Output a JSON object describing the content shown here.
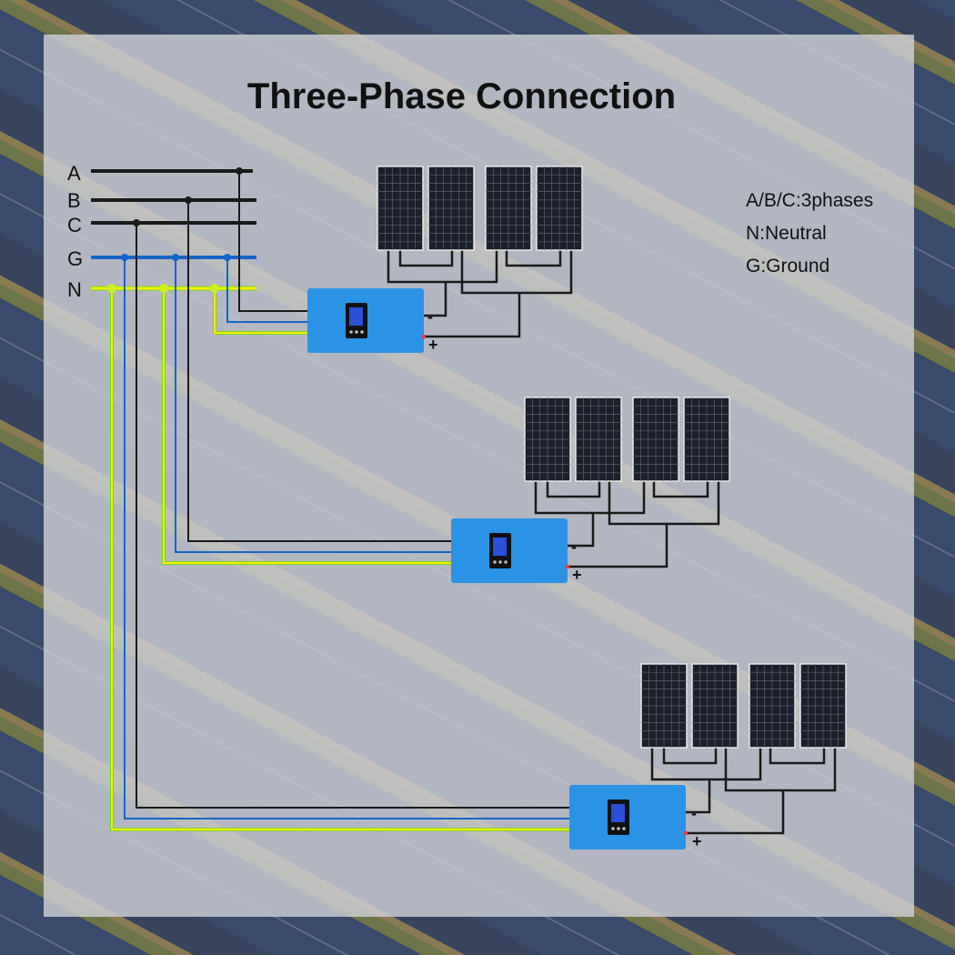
{
  "title": "Three-Phase Connection",
  "bus_labels": {
    "a": "A",
    "b": "B",
    "c": "C",
    "g": "G",
    "n": "N"
  },
  "legend": [
    "A/B/C:3phases",
    "N:Neutral",
    "G:Ground"
  ],
  "terminals": {
    "minus": "-",
    "plus": "+"
  },
  "colors": {
    "phase": "#1a1a1a",
    "ground": "#1565c8",
    "neutral_line": "#f0f000",
    "neutral_edge": "#7ed321",
    "inverter": "#2b93e6"
  }
}
